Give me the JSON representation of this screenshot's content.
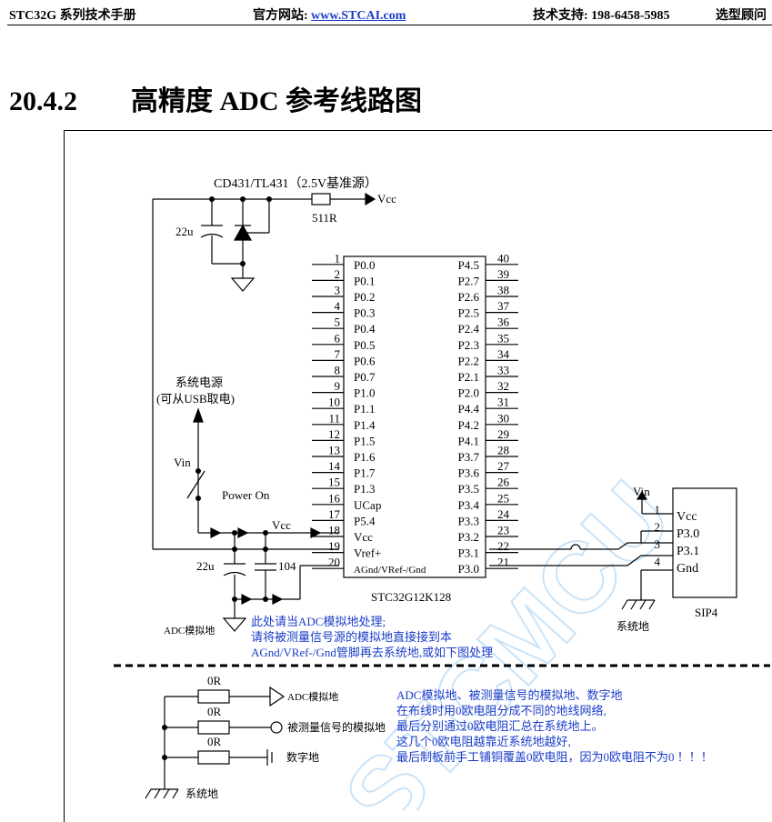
{
  "header": {
    "left": "STC32G 系列技术手册",
    "site_label": "官方网站: ",
    "site_link": "www.STCAI.com",
    "support": "技术支持: 198-6458-5985",
    "right": "选型顾问"
  },
  "section": {
    "number": "20.4.2",
    "title": "高精度 ADC 参考线路图"
  },
  "schematic": {
    "ref_label": "CD431/TL431（2.5V基准源）",
    "r_label": "511R",
    "vcc_label": "Vcc",
    "cap1_label": "22u",
    "power_line1": "系统电源",
    "power_line2": "(可从USB取电)",
    "vin_label": "Vin",
    "power_on_label": "Power On",
    "cap2_label": "22u",
    "cap3_label": "104",
    "adc_gnd_label": "ADC模拟地",
    "chip_name": "STC32G12K128",
    "left_pins": [
      {
        "num": "1",
        "name": "P0.0"
      },
      {
        "num": "2",
        "name": "P0.1"
      },
      {
        "num": "3",
        "name": "P0.2"
      },
      {
        "num": "4",
        "name": "P0.3"
      },
      {
        "num": "5",
        "name": "P0.4"
      },
      {
        "num": "6",
        "name": "P0.5"
      },
      {
        "num": "7",
        "name": "P0.6"
      },
      {
        "num": "8",
        "name": "P0.7"
      },
      {
        "num": "9",
        "name": "P1.0"
      },
      {
        "num": "10",
        "name": "P1.1"
      },
      {
        "num": "11",
        "name": "P1.4"
      },
      {
        "num": "12",
        "name": "P1.5"
      },
      {
        "num": "13",
        "name": "P1.6"
      },
      {
        "num": "14",
        "name": "P1.7"
      },
      {
        "num": "15",
        "name": "P1.3"
      },
      {
        "num": "16",
        "name": "UCap"
      },
      {
        "num": "17",
        "name": "P5.4"
      },
      {
        "num": "18",
        "name": "Vcc"
      },
      {
        "num": "19",
        "name": "Vref+"
      },
      {
        "num": "20",
        "name": "AGnd/VRef-/Gnd"
      }
    ],
    "right_pins": [
      {
        "num": "40",
        "name": "P4.5"
      },
      {
        "num": "39",
        "name": "P2.7"
      },
      {
        "num": "38",
        "name": "P2.6"
      },
      {
        "num": "37",
        "name": "P2.5"
      },
      {
        "num": "36",
        "name": "P2.4"
      },
      {
        "num": "35",
        "name": "P2.3"
      },
      {
        "num": "34",
        "name": "P2.2"
      },
      {
        "num": "33",
        "name": "P2.1"
      },
      {
        "num": "32",
        "name": "P2.0"
      },
      {
        "num": "31",
        "name": "P4.4"
      },
      {
        "num": "30",
        "name": "P4.2"
      },
      {
        "num": "29",
        "name": "P4.1"
      },
      {
        "num": "28",
        "name": "P3.7"
      },
      {
        "num": "27",
        "name": "P3.6"
      },
      {
        "num": "26",
        "name": "P3.5"
      },
      {
        "num": "25",
        "name": "P3.4"
      },
      {
        "num": "24",
        "name": "P3.3"
      },
      {
        "num": "23",
        "name": "P3.2"
      },
      {
        "num": "22",
        "name": "P3.1"
      },
      {
        "num": "21",
        "name": "P3.0"
      }
    ],
    "sip": {
      "name": "SIP4",
      "vin_label": "Vin",
      "gnd_label": "系统地",
      "pins": [
        {
          "num": "1",
          "name": "Vcc"
        },
        {
          "num": "2",
          "name": "P3.0"
        },
        {
          "num": "3",
          "name": "P3.1"
        },
        {
          "num": "4",
          "name": "Gnd"
        }
      ]
    },
    "note_lines": [
      "此处请当ADC模拟地处理;",
      "请将被测量信号源的模拟地直接接到本",
      "AGnd/VRef-/Gnd管脚再去系统地,或如下图处理"
    ],
    "watermark": "STCMCU"
  },
  "lower": {
    "r_labels": [
      "0R",
      "0R",
      "0R"
    ],
    "targets": [
      "ADC模拟地",
      "被测量信号的模拟地",
      "数字地"
    ],
    "sys_gnd_label": "系统地",
    "note_lines": [
      "ADC模拟地、被测量信号的模拟地、数字地",
      "在布线时用0欧电阻分成不同的地线网络,",
      "最后分别通过0欧电阻汇总在系统地上。",
      "这几个0欧电阻越靠近系统地越好,",
      "最后制板前手工铺铜覆盖0欧电阻，因为0欧电阻不为0 ！！！"
    ]
  },
  "colors": {
    "link": "#1a3cc8",
    "note": "#1a3cc8",
    "watermark": "#9fcdf2"
  }
}
